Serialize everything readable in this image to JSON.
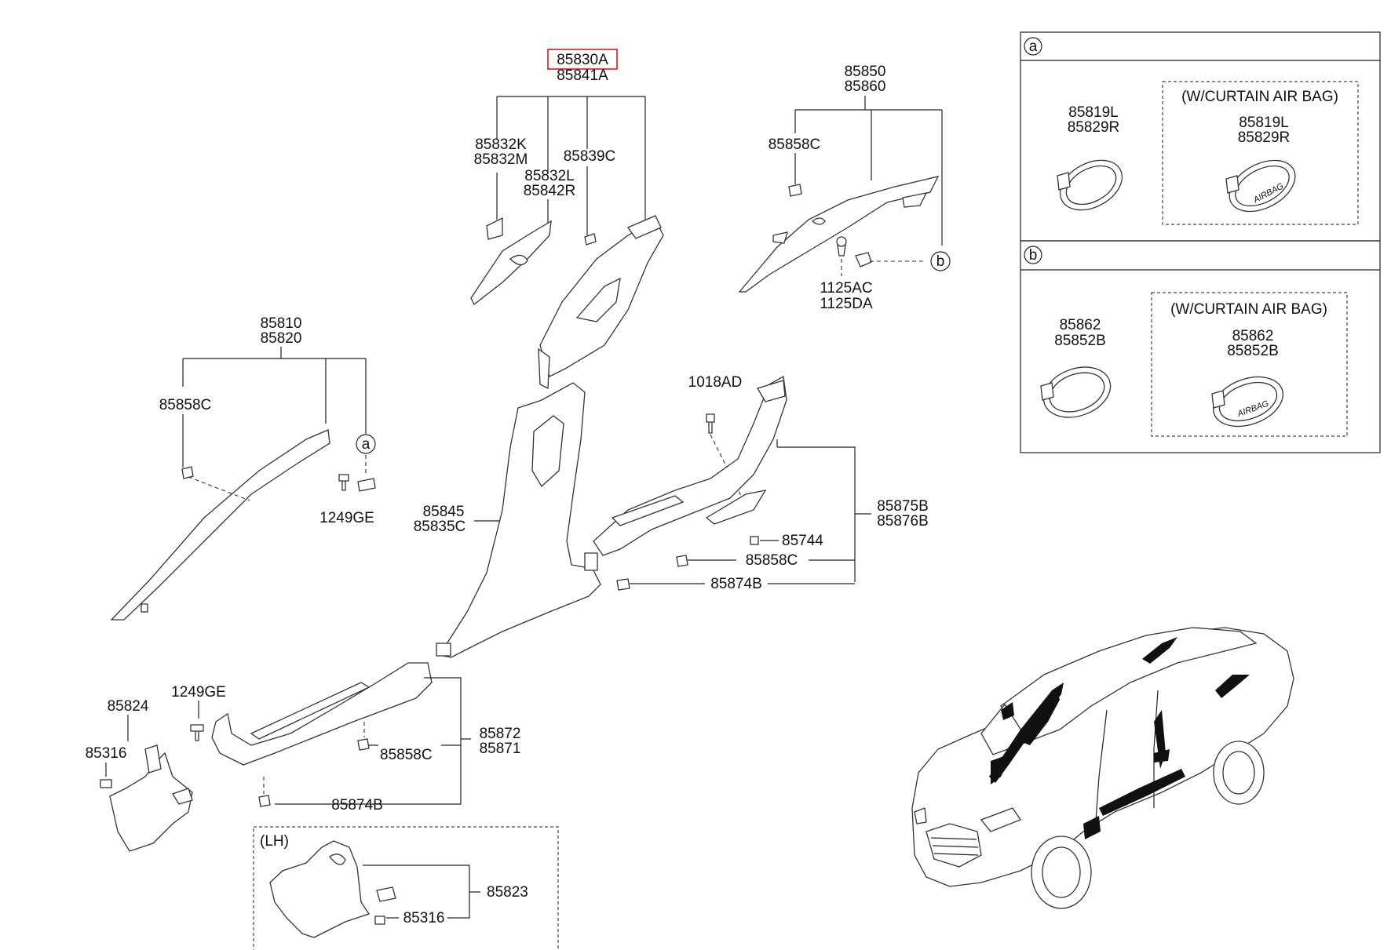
{
  "highlighted_part": "85830A",
  "labels": {
    "p85830A": "85830A",
    "p85841A": "85841A",
    "p85832K": "85832K",
    "p85832M": "85832M",
    "p85839C_top": "85839C",
    "p85832L": "85832L",
    "p85842R": "85842R",
    "p85850": "85850",
    "p85860": "85860",
    "p85858C_top": "85858C",
    "p1125AC": "1125AC",
    "p1125DA": "1125DA",
    "p85810": "85810",
    "p85820": "85820",
    "p85858C_left": "85858C",
    "p1249GE_mid": "1249GE",
    "p85845": "85845",
    "p85835C": "85835C",
    "p1018AD": "1018AD",
    "p85875B": "85875B",
    "p85876B": "85876B",
    "p85744": "85744",
    "p85858C_right": "85858C",
    "p85874B_right": "85874B",
    "p1249GE_low": "1249GE",
    "p85824": "85824",
    "p85316_left": "85316",
    "p85872": "85872",
    "p85871": "85871",
    "p85858C_low": "85858C",
    "p85874B_low": "85874B",
    "lh_label": "(LH)",
    "p85823": "85823",
    "p85316_lh": "85316"
  },
  "callouts": {
    "a": "a",
    "b": "b"
  },
  "detail_a": {
    "callout": "a",
    "std_part_1": "85819L",
    "std_part_2": "85829R",
    "variant_label": "(W/CURTAIN AIR BAG)",
    "variant_part_1": "85819L",
    "variant_part_2": "85829R",
    "emblem_text": "AIRBAG"
  },
  "detail_b": {
    "callout": "b",
    "std_part_1": "85862",
    "std_part_2": "85852B",
    "variant_label": "(W/CURTAIN AIR BAG)",
    "variant_part_1": "85862",
    "variant_part_2": "85852B",
    "emblem_text": "AIRBAG"
  },
  "colors": {
    "line": "#222222",
    "highlight": "#e0141b",
    "background": "#ffffff"
  }
}
